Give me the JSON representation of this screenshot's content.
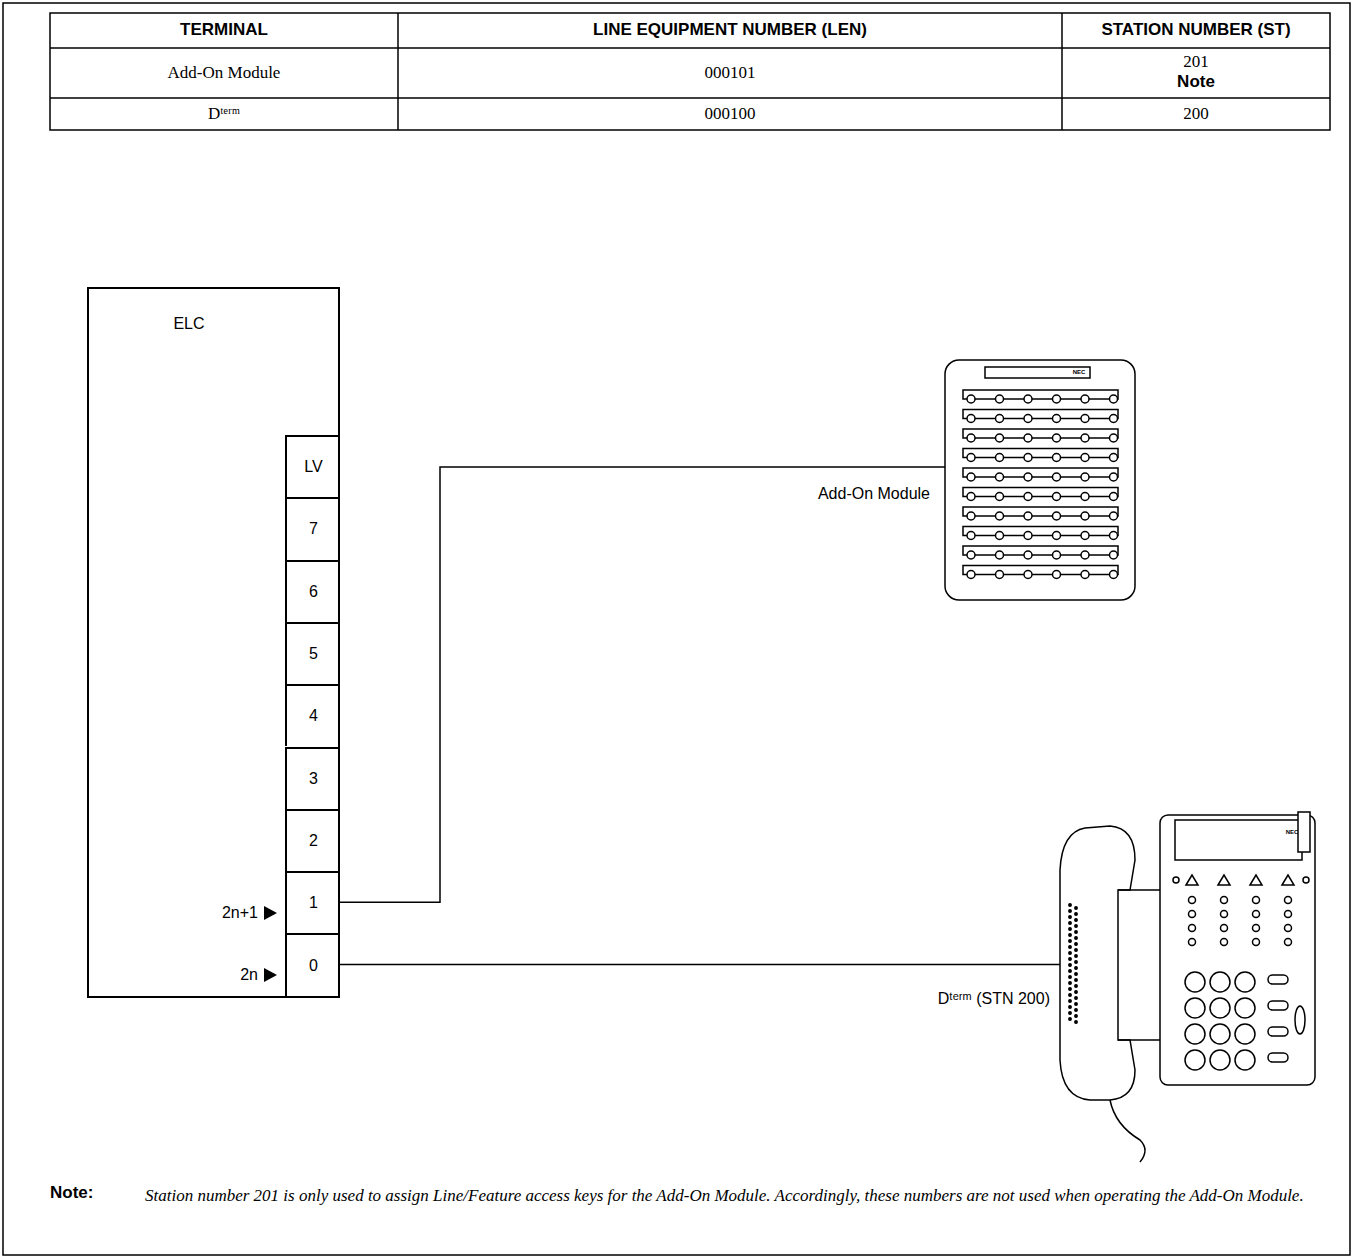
{
  "diagram": {
    "nodes": [
      {
        "text": [
          "ELC"
        ]
      },
      {
        "text": [
          "LV"
        ],
        "in": 0
      },
      {
        "text": [
          "7"
        ],
        "in": 0
      },
      {
        "text": [
          "6"
        ],
        "in": 0
      },
      {
        "text": [
          "5"
        ],
        "in": 0
      },
      {
        "text": [
          "4"
        ],
        "in": 0
      },
      {
        "text": [
          "3"
        ],
        "in": 0
      },
      {
        "text": [
          "2"
        ],
        "in": 0
      },
      {
        "text": [
          "1"
        ],
        "in": 0
      },
      {
        "text": [
          "0"
        ],
        "in": 0
      },
      {
        "text": [
          "Add-On Module"
        ]
      },
      {
        "text": [
          "Dᵗᵉʳᵐ (STN 200)"
        ]
      }
    ],
    "edges": [
      {
        "from": 8,
        "to": 10,
        "arrow": "none"
      },
      {
        "from": 9,
        "to": 11,
        "arrow": "none"
      }
    ],
    "labels": [
      "TERMINAL",
      "LINE EQUIPMENT NUMBER (LEN)",
      "STATION NUMBER (ST)",
      "Add-On Module",
      "000101",
      "201",
      "Note",
      "Dᵗᵉʳᵐ",
      "000100",
      "200",
      "2n+1",
      "2n",
      "NEC",
      "NEC",
      "Note:",
      "Station number 201 is only used to assign Line/Feature access keys for the Add-On Module. Accordingly, these numbers are not used when operating the Add-On Module."
    ]
  }
}
